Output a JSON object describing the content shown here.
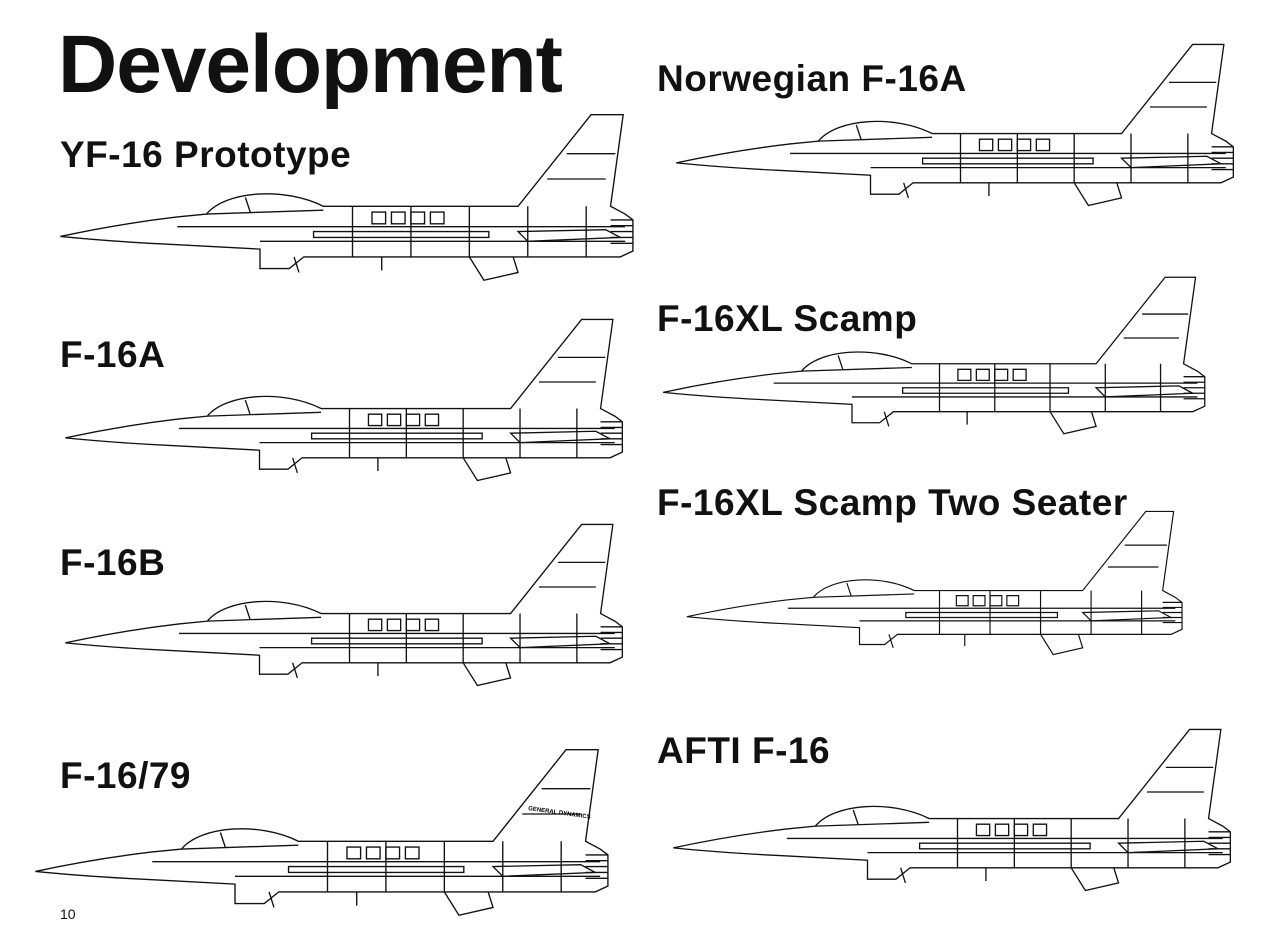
{
  "page_title": "Development",
  "page_number": "10",
  "aircraft": [
    {
      "label": "YF-16 Prototype"
    },
    {
      "label": "F-16A"
    },
    {
      "label": "F-16B"
    },
    {
      "label": "F-16/79",
      "tail_marking": "GENERAL DYNAMICS"
    },
    {
      "label": "Norwegian F-16A"
    },
    {
      "label": "F-16XL Scamp"
    },
    {
      "label": "F-16XL Scamp Two Seater"
    },
    {
      "label": "AFTI F-16"
    }
  ]
}
